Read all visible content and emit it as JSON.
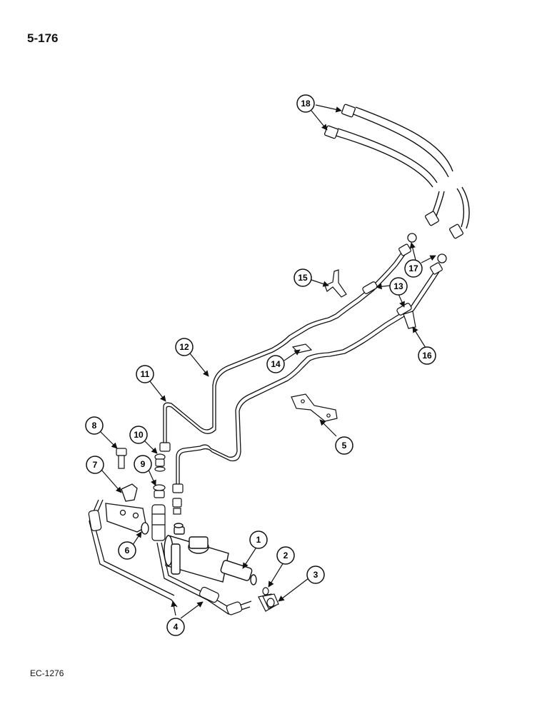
{
  "page": {
    "number": "5-176",
    "figure_code": "EC-1276"
  },
  "callouts": {
    "c1": "1",
    "c2": "2",
    "c3": "3",
    "c4": "4",
    "c5": "5",
    "c6": "6",
    "c7": "7",
    "c8": "8",
    "c9": "9",
    "c10": "10",
    "c11": "11",
    "c12": "12",
    "c13": "13",
    "c14": "14",
    "c15": "15",
    "c16": "16",
    "c17": "17",
    "c18": "18"
  }
}
